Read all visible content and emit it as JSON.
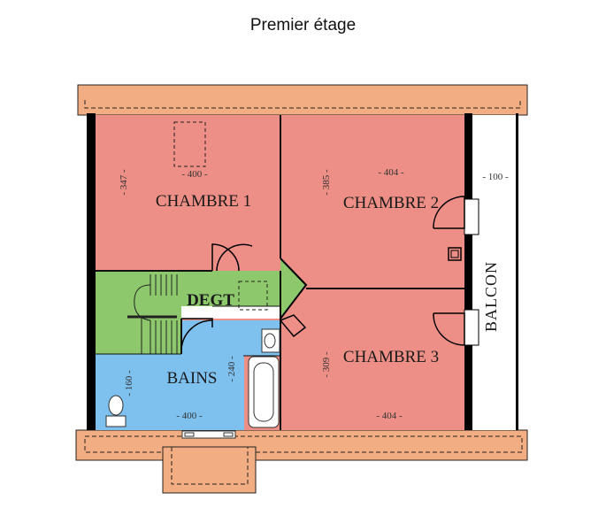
{
  "title": "Premier étage",
  "rooms": {
    "chambre1": "CHAMBRE 1",
    "chambre2": "CHAMBRE 2",
    "chambre3": "CHAMBRE 3",
    "degt": "DEGT",
    "bains": "BAINS",
    "balcon": "BALCON"
  },
  "dimensions": {
    "chambre1_width": "- 400 -",
    "chambre1_depth": "- 347 -",
    "chambre2_width": "- 404 -",
    "chambre2_depth": "- 385 -",
    "balcon_width": "- 100 -",
    "bains_depth": "- 240 -",
    "bains_side": "- 160 -",
    "bains_width": "- 400 -",
    "chambre3_depth": "- 309 -",
    "chambre3_width": "- 404 -"
  },
  "colors": {
    "bedroom": "#ed8f86",
    "hall": "#8dc96c",
    "bath": "#7ec0ee",
    "roof": "#f2ad82",
    "wall": "#000000"
  }
}
